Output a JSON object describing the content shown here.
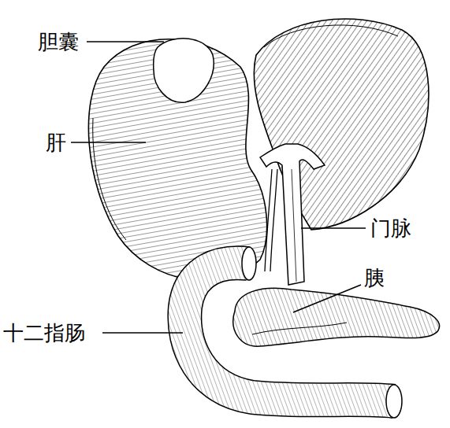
{
  "diagram": {
    "labels": [
      "胆囊",
      "肝",
      "门脉",
      "胰",
      "十二指肠"
    ]
  }
}
